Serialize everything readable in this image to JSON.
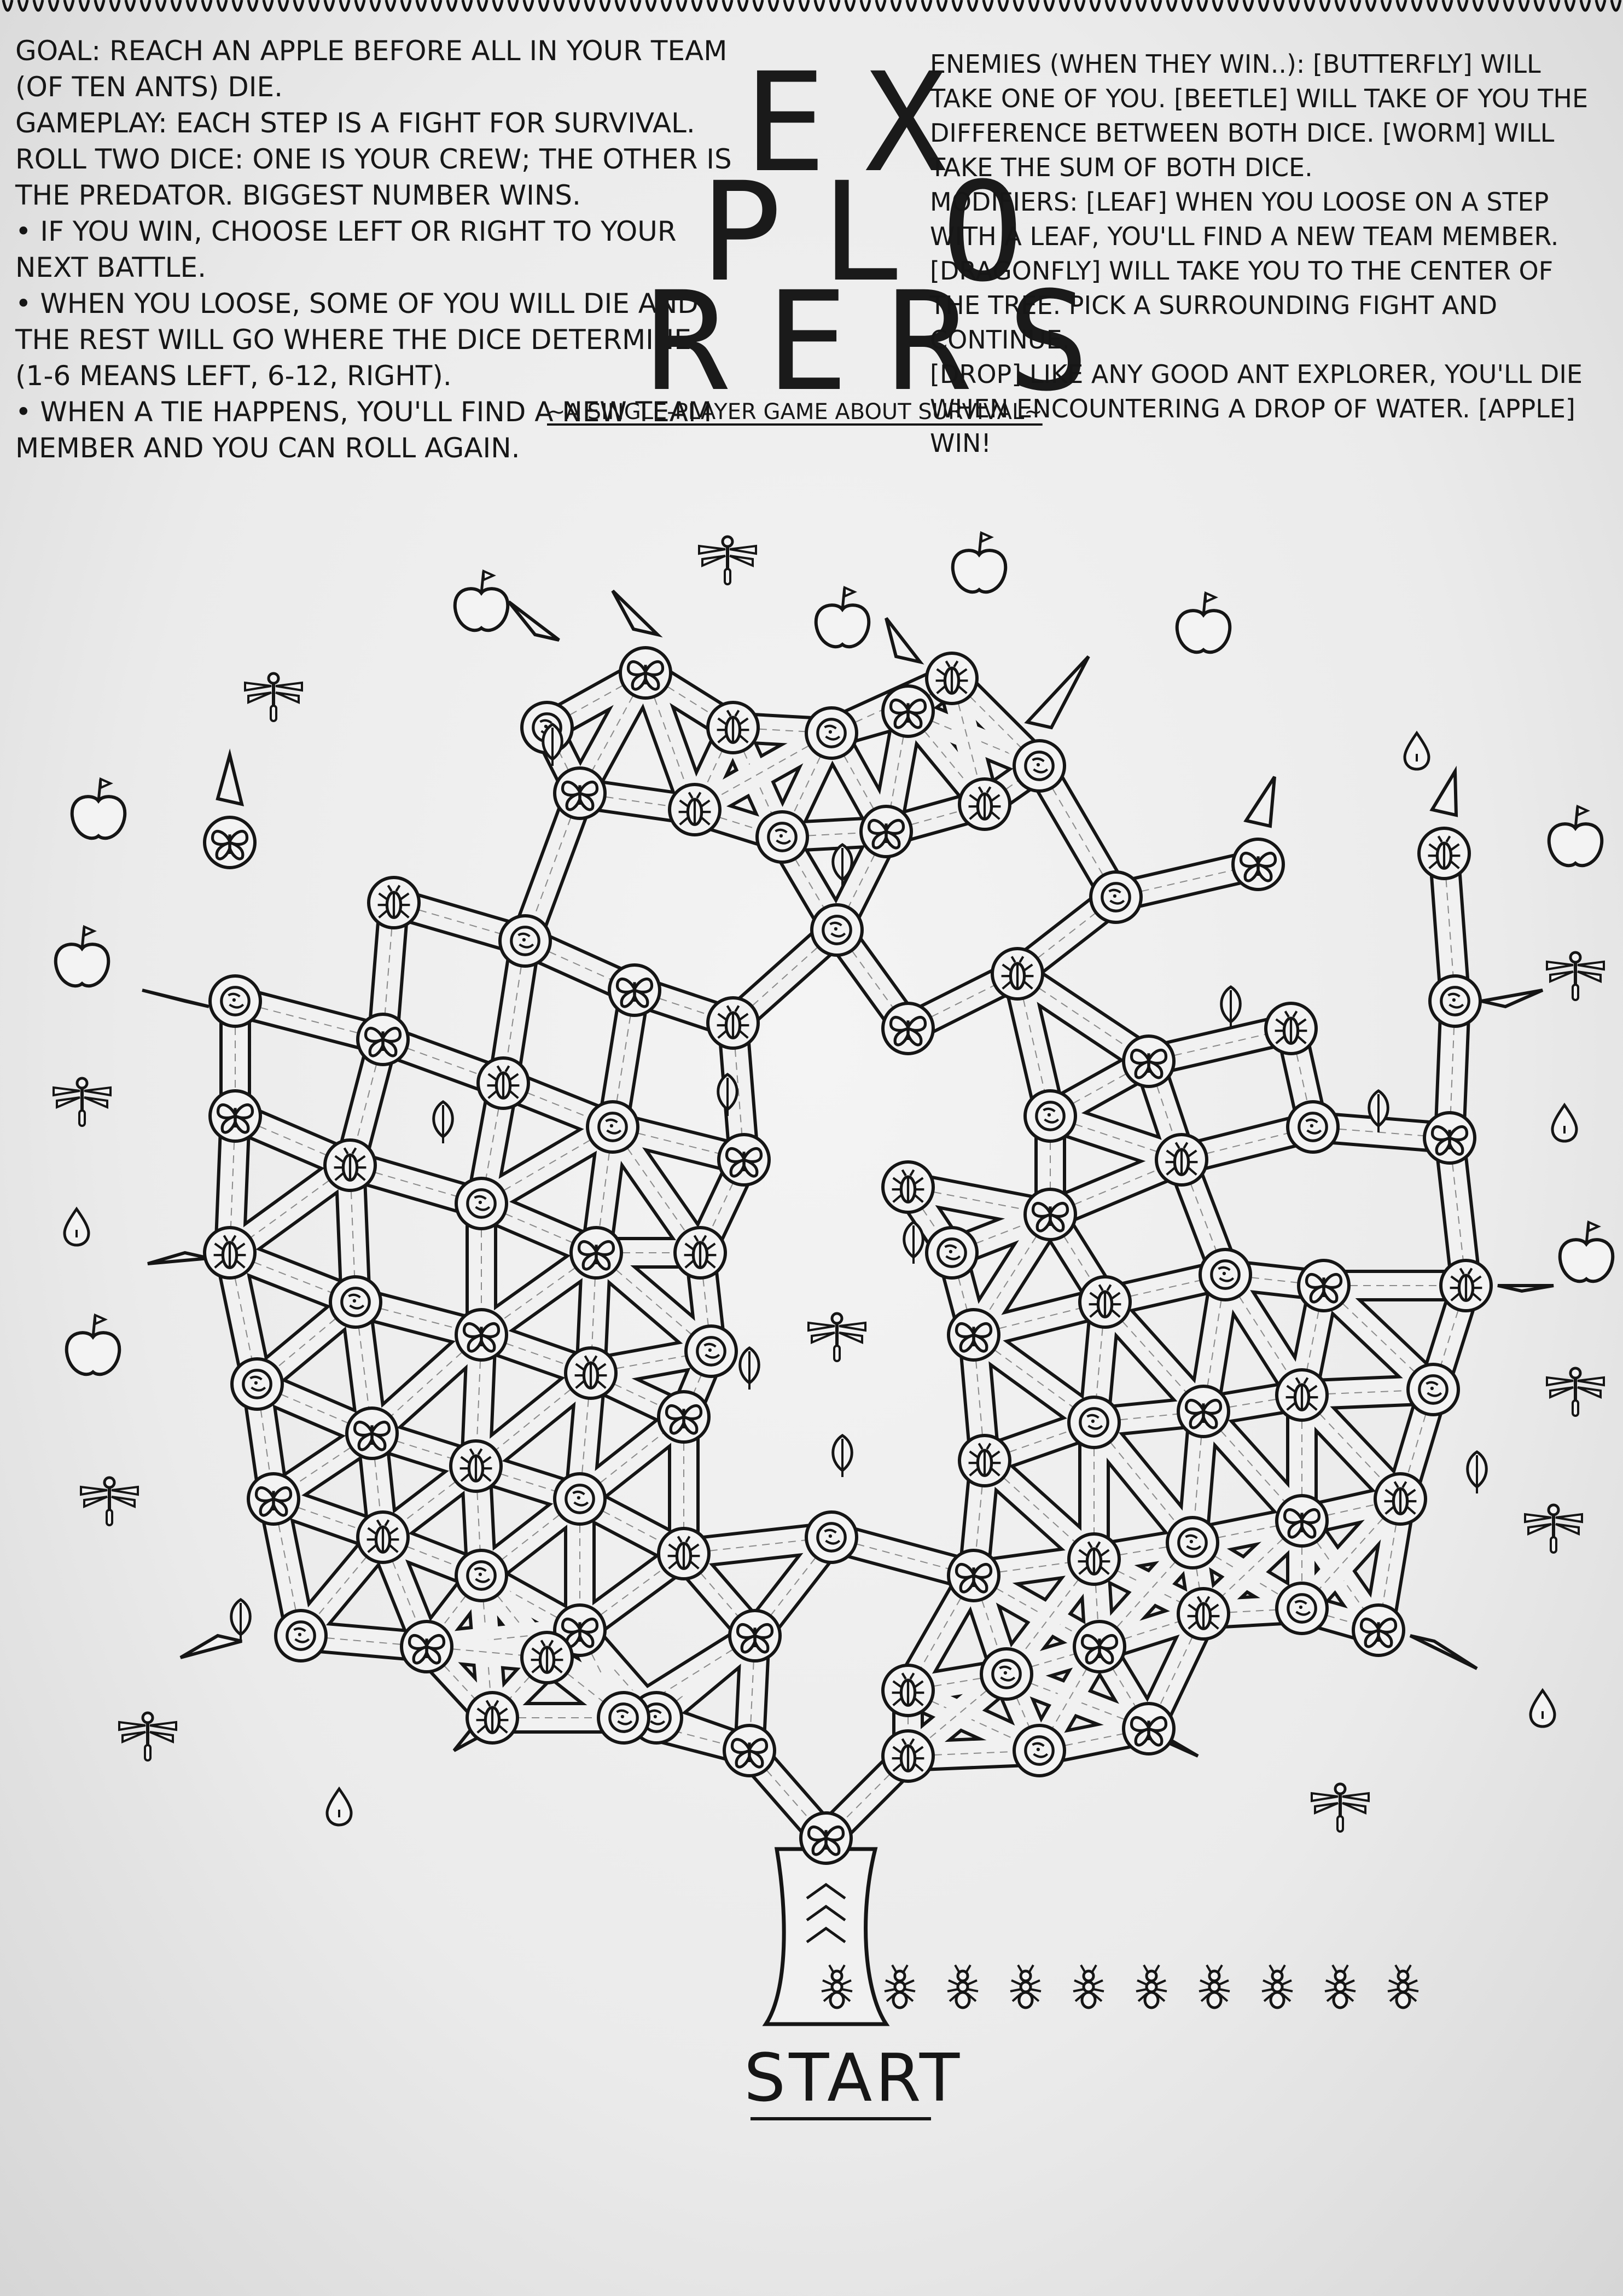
{
  "game": {
    "title": "EXPLORERS",
    "title_lines": [
      "EX",
      "PLO",
      "RERS"
    ],
    "subtitle": "~A SINGLE-PLAYER GAME ABOUT SURVIVAL~",
    "rules_left": [
      "GOAL: REACH AN APPLE BEFORE ALL IN YOUR TEAM (OF TEN ANTS) DIE.",
      "GAMEPLAY: EACH STEP IS A FIGHT FOR SURVIVAL. ROLL TWO DICE: ONE IS YOUR CREW; THE OTHER IS THE PREDATOR. BIGGEST NUMBER WINS.",
      "• IF YOU WIN, CHOOSE LEFT OR RIGHT TO YOUR NEXT BATTLE.",
      "• WHEN YOU LOOSE, SOME OF YOU WILL DIE AND THE REST WILL GO WHERE THE DICE DETERMINE (1-6 MEANS LEFT, 6-12, RIGHT).",
      "• WHEN A TIE HAPPENS, YOU'LL FIND A NEW TEAM MEMBER AND YOU CAN ROLL AGAIN."
    ],
    "rules_right": [
      "ENEMIES (WHEN THEY WIN..): [BUTTERFLY] WILL TAKE ONE OF YOU. [BEETLE] WILL TAKE OF YOU THE DIFFERENCE BETWEEN BOTH DICE. [WORM] WILL TAKE THE SUM OF BOTH DICE.",
      "MODIFIERS: [LEAF] WHEN YOU LOOSE ON A STEP WITH A LEAF, YOU'LL FIND A NEW TEAM MEMBER. [DRAGONFLY] WILL TAKE YOU TO THE CENTER OF THE TREE. PICK A SURROUNDING FIGHT AND CONTINUE.",
      "[DROP] LIKE ANY GOOD ANT EXPLORER, YOU'LL DIE WHEN ENCOUNTERING A DROP OF WATER. [APPLE] WIN!"
    ],
    "start_label": "START",
    "ant_count": 10
  },
  "colors": {
    "ink": "#161616",
    "paper": "#f1f1f1",
    "shadow": "#d2d2d2"
  },
  "icons": {
    "enemies": [
      "butterfly-icon",
      "beetle-icon",
      "worm-icon"
    ],
    "modifiers": [
      "leaf-icon",
      "dragonfly-icon",
      "water-drop-icon",
      "apple-icon"
    ],
    "team": "ant-icon"
  }
}
